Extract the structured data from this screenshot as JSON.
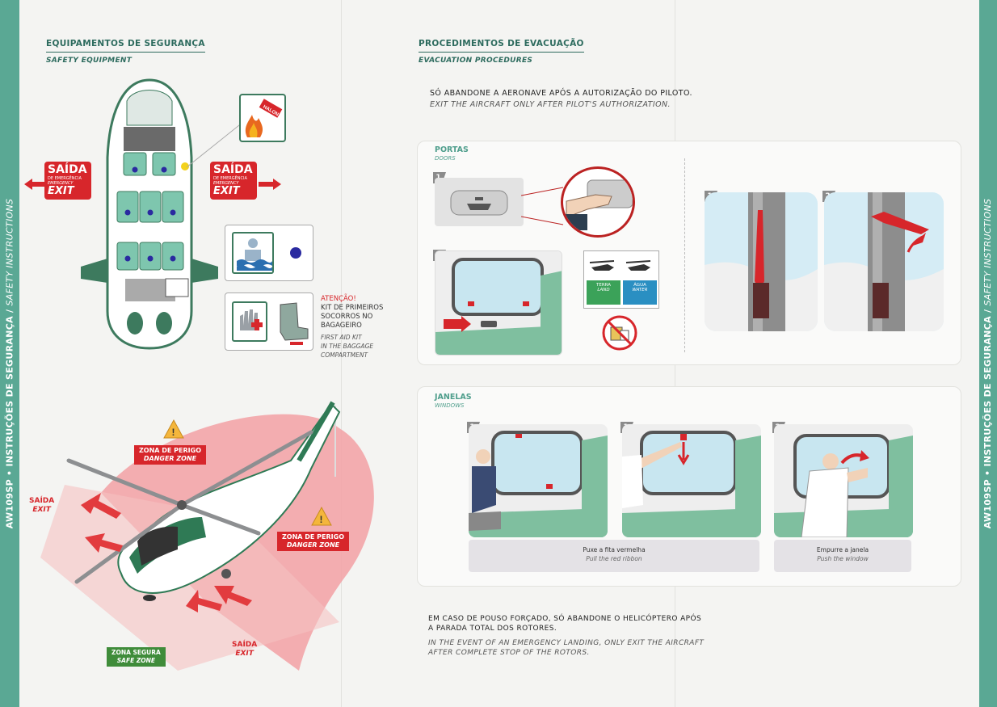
{
  "side_label": {
    "pt": "AW109SP • INSTRUÇÕES DE SEGURANÇA / ",
    "en": "SAFETY INSTRUCTIONS"
  },
  "safety_equipment": {
    "title_pt": "EQUIPAMENTOS DE SEGURANÇA",
    "title_en": "SAFETY EQUIPMENT",
    "exit_left": {
      "pt": "SAÍDA",
      "small_pt": "DE EMERGÊNCIA",
      "small_en": "EMERGENCY",
      "en": "EXIT"
    },
    "exit_right": {
      "pt": "SAÍDA",
      "small_pt": "DE EMERGÊNCIA",
      "small_en": "EMERGENCY",
      "en": "EXIT"
    },
    "extinguisher_label": "HALON",
    "attention": {
      "title": "ATENÇÃO!",
      "pt_lines": [
        "KIT DE PRIMEIROS",
        "SOCORROS NO",
        "BAGAGEIRO"
      ],
      "en_lines": [
        "FIRST AID KIT",
        "IN THE BAGGAGE",
        "COMPARTMENT"
      ]
    }
  },
  "danger_zones": {
    "zone1": {
      "pt": "ZONA DE PERIGO",
      "en": "DANGER ZONE"
    },
    "zone2": {
      "pt": "ZONA DE PERIGO",
      "en": "DANGER ZONE"
    },
    "safe": {
      "pt": "ZONA SEGURA",
      "en": "SAFE ZONE"
    },
    "exit_left": {
      "pt": "SAÍDA",
      "en": "EXIT"
    },
    "exit_bottom": {
      "pt": "SAÍDA",
      "en": "EXIT"
    }
  },
  "evacuation": {
    "title_pt": "PROCEDIMENTOS DE EVACUAÇÃO",
    "title_en": "EVACUATION PROCEDURES",
    "notice_pt": "SÓ ABANDONE A AERONAVE APÓS A AUTORIZAÇÃO DO PILOTO.",
    "notice_en": "EXIT THE AIRCRAFT ONLY AFTER PILOT'S AUTHORIZATION.",
    "doors": {
      "title_pt": "PORTAS",
      "title_en": "DOORS",
      "steps": [
        "1",
        "2",
        "1",
        "2"
      ],
      "land_pt": "TERRA",
      "land_en": "LAND",
      "water_pt": "ÁGUA",
      "water_en": "WATER"
    },
    "windows": {
      "title_pt": "JANELAS",
      "title_en": "WINDOWS",
      "steps": [
        "1",
        "2"
      ],
      "caption1_pt": "Puxe a fita vermelha",
      "caption1_en": "Pull the red ribbon",
      "caption2_pt": "Empurre a janela",
      "caption2_en": "Push the window"
    },
    "landing_pt_1": "EM CASO DE POUSO FORÇADO, SÓ ABANDONE O HELICÓPTERO APÓS",
    "landing_pt_2": "A PARADA TOTAL DOS ROTORES.",
    "landing_en_1": "IN THE EVENT OF AN EMERGENCY LANDING, ONLY EXIT THE AIRCRAFT",
    "landing_en_2": "AFTER COMPLETE STOP OF THE ROTORS."
  },
  "colors": {
    "accent_green": "#2d6b5e",
    "edge_green": "#5aa894",
    "danger_red": "#d7262b",
    "safe_green": "#3f8c3a"
  }
}
